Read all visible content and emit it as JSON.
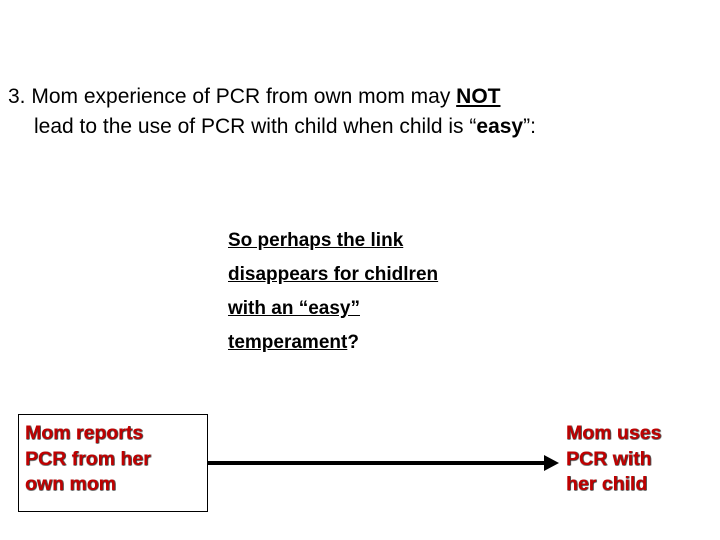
{
  "slide": {
    "heading": {
      "number": "3.",
      "line1_a": "Mom experience of PCR from own mom may ",
      "line1_emph": "NOT",
      "line2_a": "lead to the use of PCR with child when child is “",
      "line2_emph": "easy",
      "line2_b": "”:"
    },
    "note": {
      "line1": "So perhaps the link",
      "line2": "disappears for chidlren",
      "line3": "with an “easy”",
      "line4_ul": "temperament",
      "line4_tail": "?"
    },
    "left_box": {
      "line1": "Mom reports",
      "line2": "PCR from her",
      "line3": "own mom"
    },
    "right_box": {
      "line1": "Mom uses",
      "line2": "PCR with",
      "line3": "her child"
    },
    "arrow": {
      "name": "arrow-right"
    },
    "colors": {
      "box_text": "#c00000",
      "body_text": "#000000",
      "background": "#ffffff"
    }
  }
}
